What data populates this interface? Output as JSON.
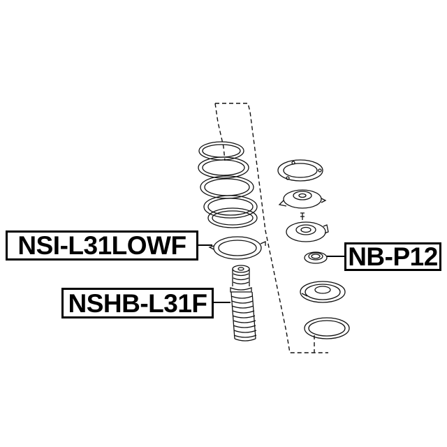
{
  "diagram": {
    "description": "Exploded view of front strut assembly: coil spring, spring insulator, bump stop/dust boot, strut mount components and bearing",
    "line_color": "#000000",
    "background": "#ffffff"
  },
  "labels": [
    {
      "id": "nsi",
      "text": "NSI-L31LOWF",
      "points_to": "lower spring insulator"
    },
    {
      "id": "nshb",
      "text": "NSHB-L31F",
      "points_to": "shock absorber dust boot / bump stop"
    },
    {
      "id": "nb",
      "text": "NB-P12",
      "points_to": "strut mount bearing"
    }
  ]
}
